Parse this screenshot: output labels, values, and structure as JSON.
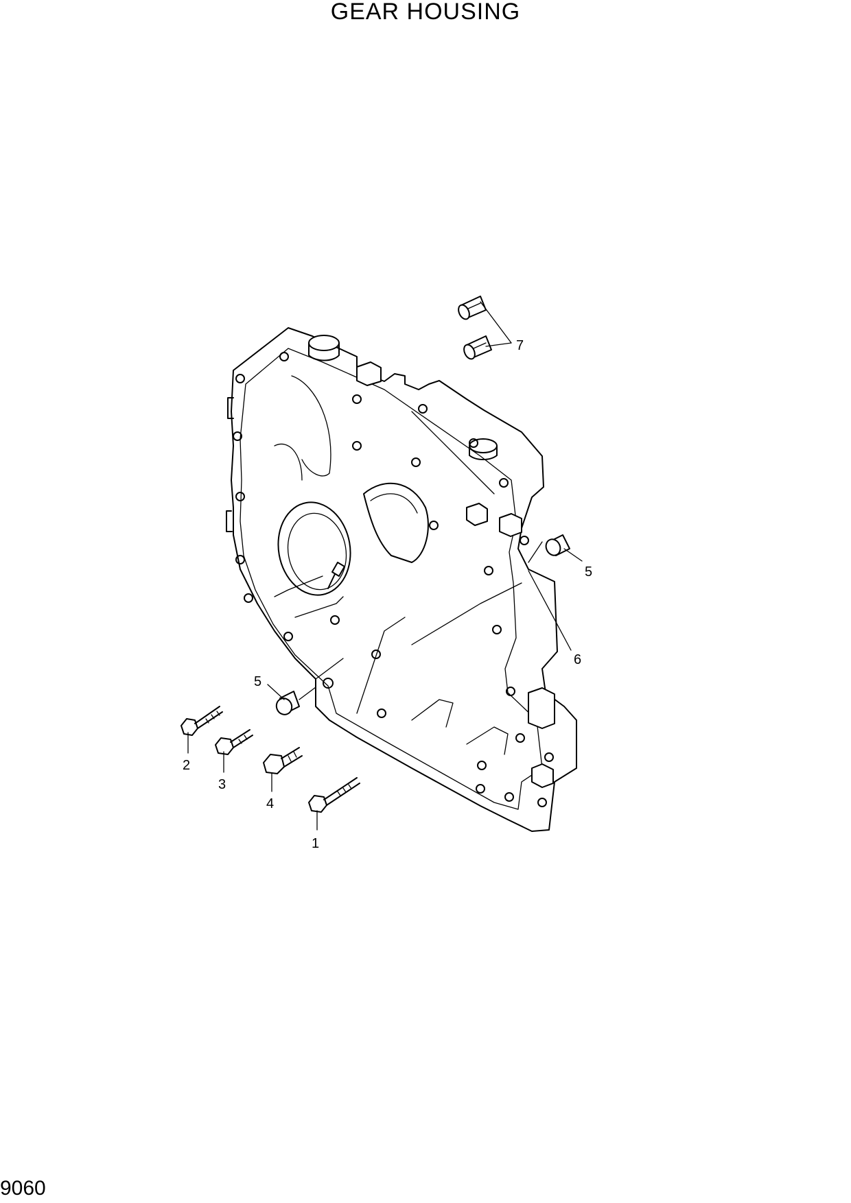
{
  "header": {
    "title": "GEAR HOUSING"
  },
  "footer": {
    "page_number": "9060"
  },
  "callouts": [
    {
      "id": "callout-1",
      "label": "1"
    },
    {
      "id": "callout-2",
      "label": "2"
    },
    {
      "id": "callout-3",
      "label": "3"
    },
    {
      "id": "callout-4",
      "label": "4"
    },
    {
      "id": "callout-5-left",
      "label": "5"
    },
    {
      "id": "callout-5-right",
      "label": "5"
    },
    {
      "id": "callout-6",
      "label": "6"
    },
    {
      "id": "callout-7",
      "label": "7"
    }
  ]
}
